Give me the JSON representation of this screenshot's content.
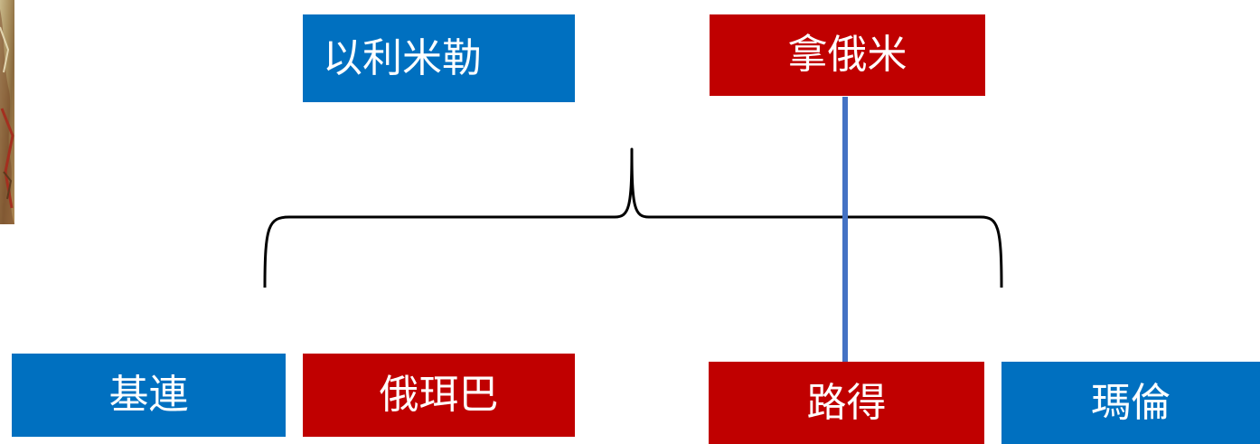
{
  "colors": {
    "blue": "#0070c0",
    "red": "#c00000",
    "connector": "#4472c4",
    "brace": "#000000"
  },
  "painting": {
    "icon": "painting-thumbnail"
  },
  "nodes": {
    "elimelech": {
      "label": "以利米勒",
      "color": "blue"
    },
    "naomi": {
      "label": "拿俄米",
      "color": "red"
    },
    "kilion": {
      "label": "基連",
      "color": "blue"
    },
    "orpah": {
      "label": "俄珥巴",
      "color": "red"
    },
    "ruth": {
      "label": "路得",
      "color": "red"
    },
    "mahlon": {
      "label": "瑪倫",
      "color": "blue"
    }
  }
}
